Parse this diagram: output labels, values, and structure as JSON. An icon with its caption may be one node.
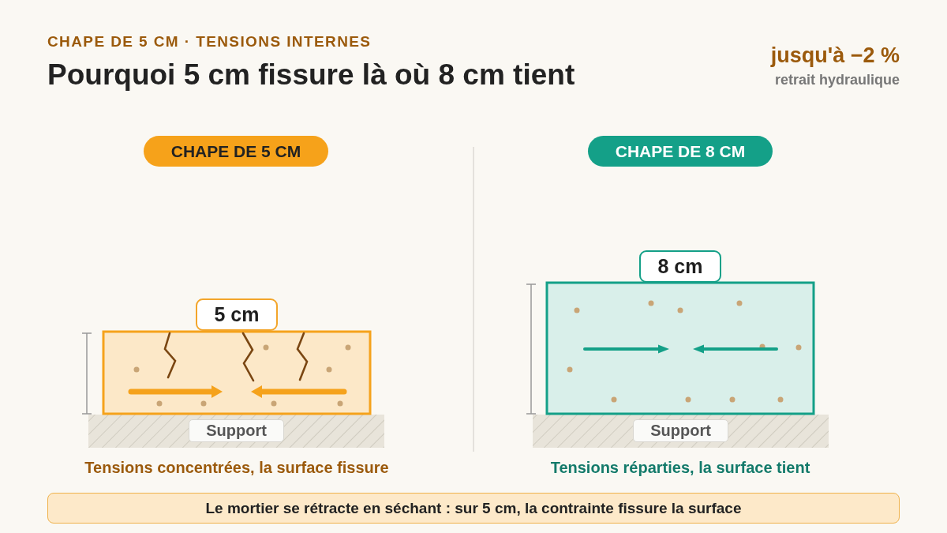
{
  "diagram": {
    "title": "Pourquoi 5 cm fissure là où 8 cm tient",
    "nodes": [
      {
        "text": [
          "CHAPE DE 5 CM"
        ]
      },
      {
        "text": [
          "5 cm"
        ]
      },
      {
        "text": [
          "Support"
        ]
      },
      {
        "text": [
          "CHAPE DE 8 CM"
        ]
      },
      {
        "text": [
          "8 cm"
        ]
      },
      {
        "text": [
          "Support"
        ]
      },
      {
        "text": [
          "Le mortier se rétracte en séchant : sur 5 cm, la contrainte fissure la surface"
        ]
      }
    ],
    "labels": [
      "CHAPE DE 5 CM · TENSIONS INTERNES",
      "jusqu'à −2 %",
      "retrait hydraulique",
      "Tensions concentrées, la surface fissure",
      "Tensions réparties, la surface tient"
    ]
  }
}
